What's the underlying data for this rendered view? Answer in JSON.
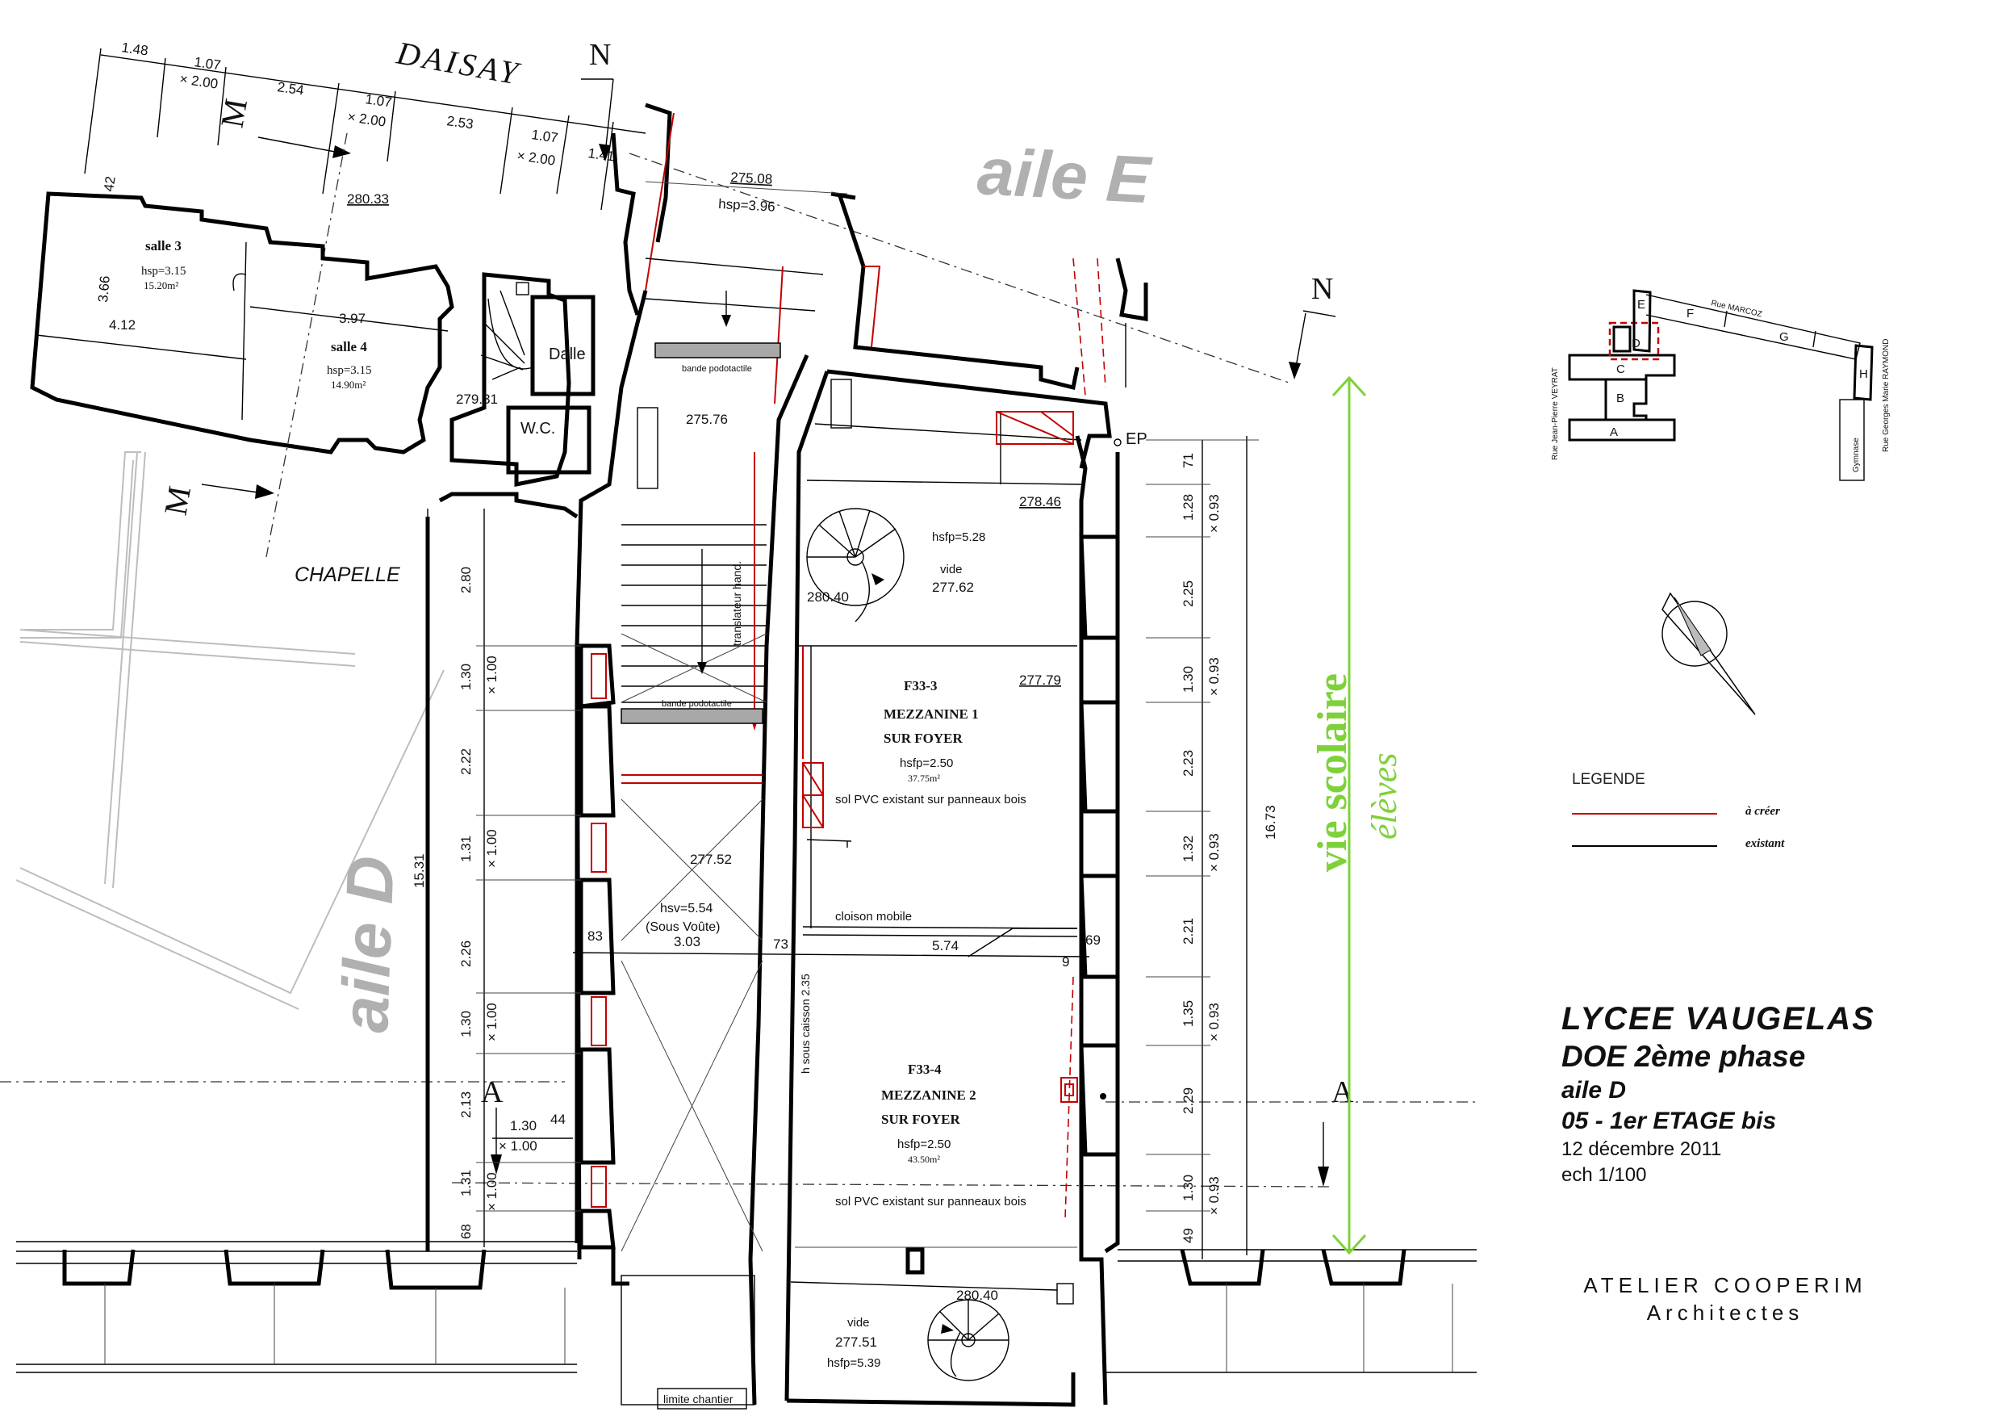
{
  "plan": {
    "street": "DAISAY",
    "wing_e": "aile  E",
    "wing_d": "aile  D",
    "chapel": "CHAPELLE",
    "section_marks": {
      "m": "M",
      "n": "N",
      "a": "A"
    },
    "vie_scolaire": "vie scolaire",
    "eleves": "élèves",
    "ep": "EP",
    "rooms": {
      "salle3": {
        "name": "salle 3",
        "hsp": "hsp=3.15",
        "area": "15.20m²"
      },
      "salle4": {
        "name": "salle 4",
        "hsp": "hsp=3.15",
        "area": "14.90m²"
      },
      "dalle": "Dalle",
      "wc": "W.C.",
      "mezz1": {
        "ref": "F33-3",
        "name1": "MEZZANINE 1",
        "name2": "SUR FOYER",
        "hsfp": "hsfp=2.50",
        "area": "37.75m²",
        "floor": "sol PVC existant sur panneaux bois"
      },
      "mezz2": {
        "ref": "F33-4",
        "name1": "MEZZANINE 2",
        "name2": "SUR FOYER",
        "hsfp": "hsfp=2.50",
        "area": "43.50m²",
        "floor": "sol PVC existant sur panneaux bois"
      },
      "vide_top": {
        "label": "vide",
        "level": "277.62",
        "hsfp": "hsfp=5.28"
      },
      "vide_bottom": {
        "label": "vide",
        "level": "277.51",
        "hsfp": "hsfp=5.39"
      },
      "corridor": {
        "hsv": "hsv=5.54",
        "voute": "(Sous Voûte)",
        "level": "277.52"
      }
    },
    "labels": {
      "bande1": "bande podotactile",
      "bande2": "bande podotactile",
      "translateur": "translateur hand.",
      "cloison": "cloison mobile",
      "caisson": "h sous caisson 2.35",
      "limite": "limite chantier"
    },
    "levels": [
      "280.33",
      "275.08",
      "279.31",
      "275.76",
      "278.46",
      "277.79",
      "280.40",
      "280.40"
    ],
    "hsp_top": "hsp=3.96",
    "top_dims": [
      "1.48",
      "1.07",
      "× 2.00",
      "2.54",
      "1.07",
      "× 2.00",
      "2.53",
      "1.07",
      "× 2.00",
      "1.41",
      "42"
    ],
    "room_dims": [
      "3.66",
      "4.12",
      "3.97"
    ],
    "left_dims": [
      "2.80",
      "1.30",
      "× 1.00",
      "2.22",
      "1.31",
      "× 1.00",
      "2.26",
      "1.30",
      "× 1.00",
      "2.13",
      "1.31",
      "× 1.00",
      "68",
      "15.31"
    ],
    "small_dims": [
      "1.30",
      "× 1.00",
      "44",
      "83",
      "3.03",
      "73",
      "5.74",
      "9",
      "69"
    ],
    "right_dims": [
      "71",
      "1.28",
      "× 0.93",
      "2.25",
      "1.30",
      "× 0.93",
      "2.23",
      "1.32",
      "× 0.93",
      "2.21",
      "1.35",
      "× 0.93",
      "2.29",
      "1.30",
      "× 0.93",
      "49",
      "16.73"
    ]
  },
  "keyplan": {
    "letters": [
      "A",
      "B",
      "C",
      "D",
      "E",
      "F",
      "G",
      "H"
    ],
    "rue_marcoz": "Rue          MARCOZ",
    "rue_veyrat": "Rue Jean-Pierre VEYRAT",
    "rue_raymond": "Rue Georges Marie RAYMOND",
    "gymnase": "Gymnase"
  },
  "legend": {
    "title": "LEGENDE",
    "new": "à créer",
    "existing": "existant",
    "colors": {
      "new": "#c40000",
      "existing": "#000000"
    }
  },
  "title_block": {
    "line1": "LYCEE   VAUGELAS",
    "line2": "DOE 2ème phase",
    "line3": "aile D",
    "line4": "05 - 1er ETAGE bis",
    "date": "12 décembre 2011",
    "scale": "ech 1/100"
  },
  "firm": {
    "name": "ATELIER  COOPERIM",
    "sub": "Architectes"
  },
  "colors": {
    "accent_green": "#7fd13b",
    "wing_grey": "#b0b0b0",
    "red": "#c40000"
  }
}
